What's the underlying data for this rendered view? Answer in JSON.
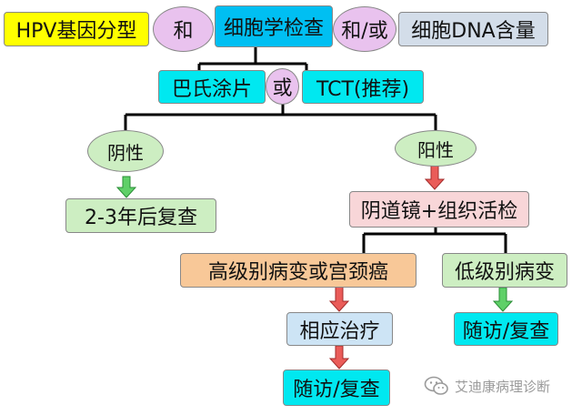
{
  "nodes": {
    "hpv": "HPV基因分型",
    "and": "和",
    "cytology": "细胞学检查",
    "and_or_1": "和/或",
    "dna": "细胞DNA含量",
    "pap": "巴氏涂片",
    "or": "或",
    "tct": "TCT(推荐)",
    "negative": "阴性",
    "positive": "阳性",
    "recheck": "2-3年后复查",
    "colposcopy": "阴道镜+组织活检",
    "high_grade": "高级别病变或宫颈癌",
    "low_grade": "低级别病变",
    "treatment": "相应治疗",
    "followup_left": "随访/复查",
    "followup_right": "随访/复查"
  },
  "colors": {
    "yellow": "#ffff00",
    "lavender": "#e9c2ee",
    "blue": "#00bff2",
    "gray_blue": "#d3dde9",
    "cyan": "#00e8f0",
    "light_green": "#cdeec2",
    "light_pink": "#f8d6d8",
    "peach": "#f8c898",
    "light_blue": "#cde4f5",
    "arrow_green": "#5fd068",
    "arrow_red": "#ea5c59"
  },
  "watermark": {
    "icon": "wechat-icon",
    "text": "艾迪康病理诊断"
  }
}
